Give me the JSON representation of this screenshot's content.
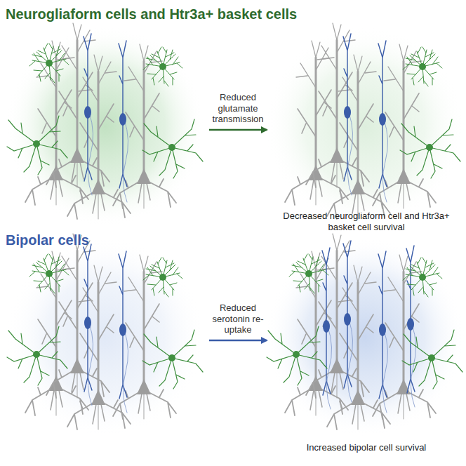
{
  "diagram": {
    "labels": [
      "Neurogliaform cells and Htr3a+ basket cells",
      "Reduced glutamate transmission",
      "Decreased neurogliaform cell and Htr3a+ basket cell survival",
      "Bipolar cells",
      "Reduced serotonin re-uptake",
      "Increased bipolar cell survival"
    ]
  }
}
